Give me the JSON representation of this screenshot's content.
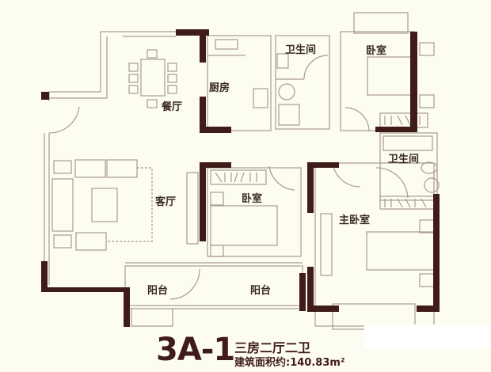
{
  "floorplan": {
    "model": "3A-1",
    "layout": "三房二厅二卫",
    "area_text": "建筑面积约:140.83m²",
    "rooms": [
      {
        "id": "dining",
        "label": "餐厅"
      },
      {
        "id": "kitchen",
        "label": "厨房"
      },
      {
        "id": "bath1",
        "label": "卫生间"
      },
      {
        "id": "bedroom_ne",
        "label": "卧室"
      },
      {
        "id": "bath2",
        "label": "卫生间"
      },
      {
        "id": "living",
        "label": "客厅"
      },
      {
        "id": "bedroom_mid",
        "label": "卧室"
      },
      {
        "id": "master",
        "label": "主卧室"
      },
      {
        "id": "balcony_w",
        "label": "阳台"
      },
      {
        "id": "balcony_e",
        "label": "阳台"
      }
    ],
    "colors": {
      "background": "#fdfcf0",
      "wall_heavy": "#3f1c18",
      "wall_line": "#a89c8c",
      "text": "#3a2a24"
    }
  }
}
